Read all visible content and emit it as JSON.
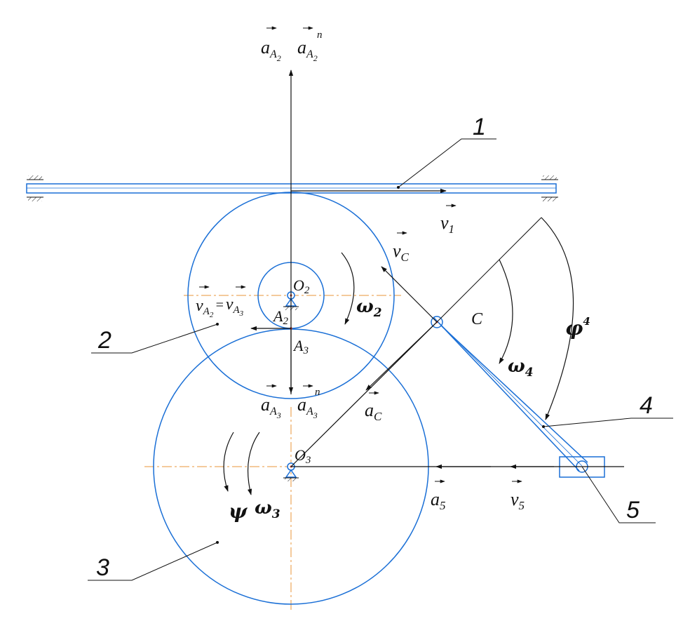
{
  "colors": {
    "mechanism": "#1a6fd6",
    "vectors": "#111111",
    "centerlines": "#e8963a",
    "points": "#c0392b"
  },
  "parts": {
    "rack": "1",
    "small_wheel": "2",
    "large_wheel": "3",
    "link": "4",
    "slider": "5"
  },
  "points": {
    "o2": {
      "main": "O",
      "sub": "2"
    },
    "o3": {
      "main": "O",
      "sub": "3"
    },
    "a2": {
      "main": "A",
      "sub": "2"
    },
    "a3": {
      "main": "A",
      "sub": "3"
    },
    "c": {
      "main": "C"
    }
  },
  "vectors": {
    "a_a2": {
      "main": "a",
      "sub": "A",
      "subsub": "2"
    },
    "a_a2_n": {
      "main": "a",
      "sub": "A",
      "subsub": "2",
      "sup": "n"
    },
    "v1": {
      "main": "v",
      "sub": "1"
    },
    "vc": {
      "main": "v",
      "sub": "C"
    },
    "v_a2": {
      "main": "v",
      "sub": "A",
      "subsub": "2"
    },
    "equals": "=",
    "v_a3": {
      "main": "v",
      "sub": "A",
      "subsub": "3"
    },
    "a_a3": {
      "main": "a",
      "sub": "A",
      "subsub": "3"
    },
    "a_a3_n": {
      "main": "a",
      "sub": "A",
      "subsub": "3",
      "sup": "n"
    },
    "ac": {
      "main": "a",
      "sub": "C"
    },
    "a5": {
      "main": "a",
      "sub": "5"
    },
    "v5": {
      "main": "v",
      "sub": "5"
    }
  },
  "angular": {
    "omega2": {
      "main": "ω",
      "sub": "2"
    },
    "omega3": {
      "main": "ω",
      "sub": "3"
    },
    "omega4": {
      "main": "ω",
      "sub": "4"
    },
    "phi4": {
      "main": "φ",
      "sub": "4"
    },
    "psi": {
      "main": "ψ"
    }
  }
}
